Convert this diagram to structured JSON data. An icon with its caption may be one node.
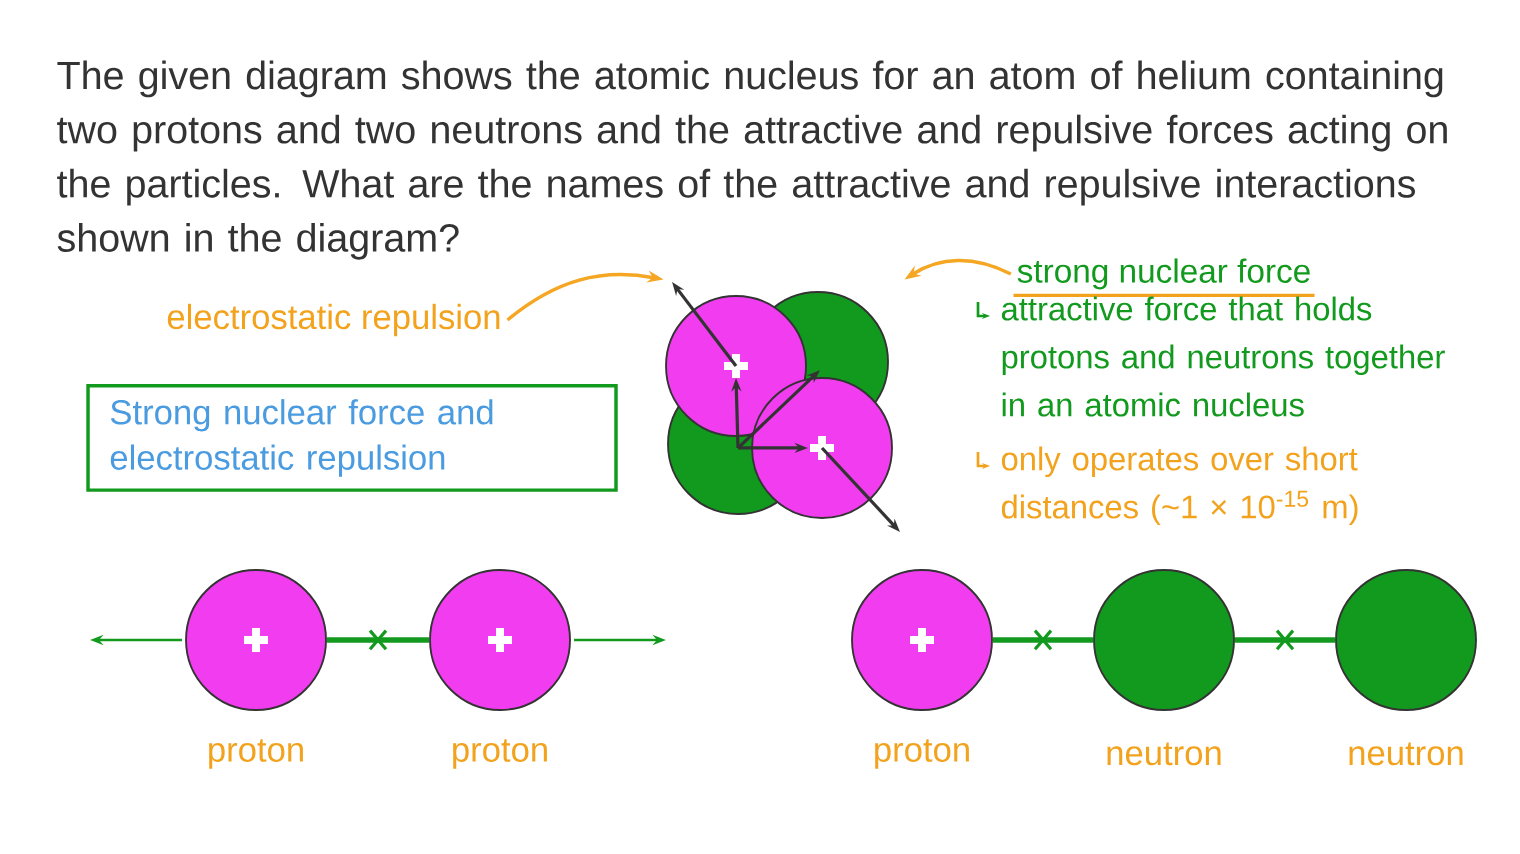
{
  "diagram": {
    "title": "The given diagram shows the atomic nucleus for an atom of helium containing two protons and two neutrons and the attractive and repulsive forces acting on the particles. What are the names of the attractive and repulsive interactions shown in the diagram?",
    "nodes": [
      {
        "text": [
          "Strong nuclear force and electrostatic repulsion"
        ]
      },
      {
        "text": [
          "electrostatic repulsion"
        ]
      },
      {
        "text": [],
        "shape": "picture"
      },
      {
        "text": [
          "strong nuclear force"
        ],
        "beside": [
          "attractive force that holds protons and neutrons together in an atomic nucleus",
          "only operates over short distances (~1 × 10$^{-15}$ m)"
        ]
      },
      {
        "text": [],
        "shape": "circle",
        "beside": [
          "proton"
        ]
      },
      {
        "text": [],
        "shape": "circle",
        "beside": [
          "proton"
        ]
      },
      {
        "text": [],
        "shape": "circle",
        "beside": [
          "proton"
        ]
      },
      {
        "text": [],
        "shape": "circle",
        "beside": [
          "neutron"
        ]
      },
      {
        "text": [],
        "shape": "circle",
        "beside": [
          "neutron"
        ]
      }
    ],
    "edges": [
      {
        "from": 1,
        "to": 2,
        "arrow": "to",
        "color": "#f5a623"
      },
      {
        "from": 3,
        "to": 2,
        "arrow": "to",
        "color": "#f5a623"
      },
      {
        "from": 4,
        "to": 5,
        "arrow": "none"
      },
      {
        "from": 6,
        "to": 7,
        "arrow": "none"
      },
      {
        "from": 7,
        "to": 8,
        "arrow": "none"
      }
    ]
  }
}
